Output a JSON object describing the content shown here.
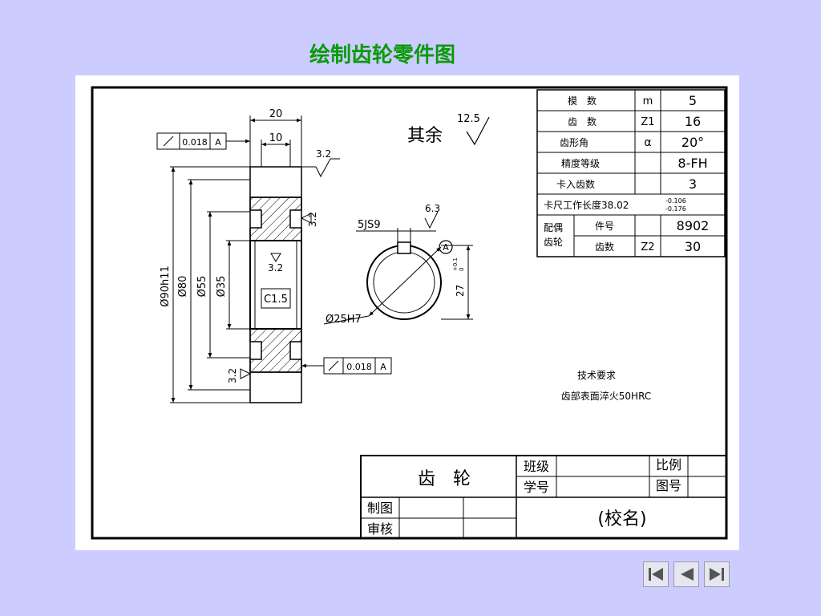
{
  "slide": {
    "title": "绘制齿轮零件图"
  },
  "drawing": {
    "remainder_roughness_label": "其余",
    "remainder_roughness_value": "12.5",
    "dims": {
      "width_20": "20",
      "width_10": "10",
      "rough_top": "3.2",
      "rough_right": "3.2",
      "rough_bore": "3.2",
      "rough_bottom": "3.2",
      "d90": "Ø90h11",
      "d80": "Ø80",
      "d55": "Ø55",
      "d35": "Ø35",
      "chamfer": "C1.5"
    },
    "tolerance_top": {
      "value": "0.018",
      "datum": "A"
    },
    "tolerance_bottom": {
      "value": "0.018",
      "datum": "A"
    },
    "section": {
      "keyway": "5JS9",
      "rough_keyway": "6.3",
      "datum_label": "A",
      "bore": "Ø25H7",
      "keyheight": "27",
      "keyheight_tol": "+0.1",
      "keyheight_tol2": "0"
    },
    "param_table": {
      "rows": [
        {
          "name": "模　数",
          "symbol": "m",
          "value": "5"
        },
        {
          "name": "齿　数",
          "symbol": "Z1",
          "value": "16"
        },
        {
          "name": "齿形角",
          "symbol": "α",
          "value": "20°"
        },
        {
          "name": "精度等级",
          "symbol": "",
          "value": "8-FH"
        },
        {
          "name": "卡入齿数",
          "symbol": "",
          "value": "3"
        }
      ],
      "caliper_label": "卡尺工作长度38.02",
      "caliper_upper": "-0.106",
      "caliper_lower": "-0.176",
      "mating_label_1": "配偶",
      "mating_label_2": "齿轮",
      "mating_rows": [
        {
          "name": "件号",
          "symbol": "",
          "value": "8902"
        },
        {
          "name": "齿数",
          "symbol": "Z2",
          "value": "30"
        }
      ]
    },
    "tech_requirements": {
      "title": "技术要求",
      "line1": "齿部表面淬火50HRC"
    },
    "title_block": {
      "part_name": "齿　轮",
      "class_label": "班级",
      "student_id_label": "学号",
      "scale_label": "比例",
      "drawing_no_label": "图号",
      "drawn_label": "制图",
      "checked_label": "审核",
      "school_name": "(校名)"
    }
  },
  "nav": {
    "icons": [
      "first-slide-icon",
      "previous-slide-icon",
      "next-slide-icon"
    ]
  }
}
